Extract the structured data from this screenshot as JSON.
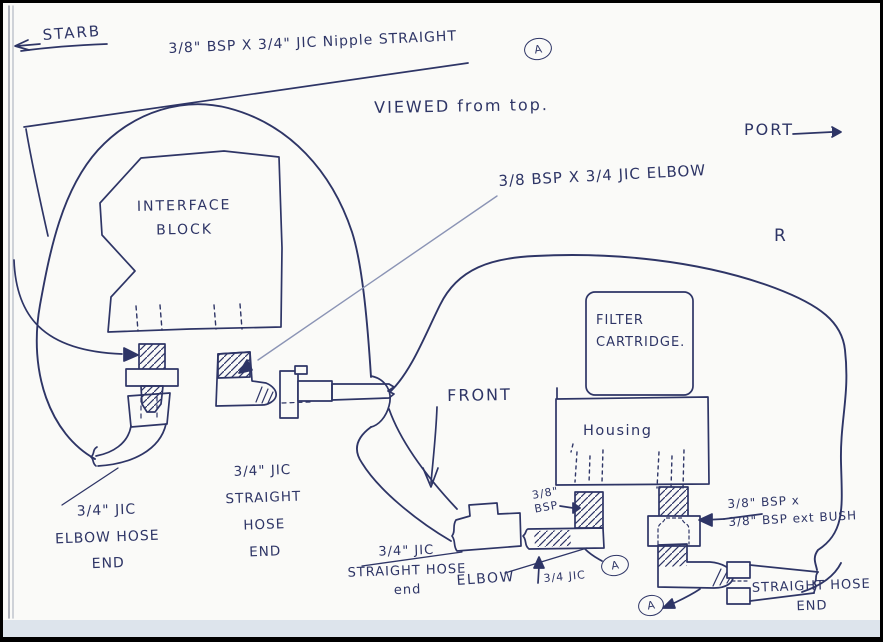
{
  "notes": {
    "viewed_from": "VIEWED from top.",
    "front": "FRONT",
    "starboard": "STARB",
    "port": "PORT",
    "r_mark": "R",
    "marker_a": "A"
  },
  "components": {
    "interface_block": "INTERFACE\nBLOCK",
    "filter_cartridge": "FILTER\nCARTRIDGE.",
    "housing": "Housing"
  },
  "fittings": {
    "nipple_straight": "3/8\" BSP X 3/4\" JIC Nipple STRAIGHT",
    "elbow_38x34": "3/8 BSP X 3/4 JIC ELBOW",
    "elbow_hose_end": "3/4\" JIC\nELBOW HOSE\nEND",
    "straight_hose_end_mid": "3/4\" JIC\nSTRAIGHT HOSE\nEND",
    "straight_hose_end_front": "3/4\" JIC\nSTRAIGHT HOSE\nend",
    "elbow_front": "ELBOW",
    "bsp_38": "3/8\"\nBSP",
    "jic_34": "3/4 JIC",
    "ext_bush": "3/8\" BSP x\n3/8\" BSP ext BUSH",
    "straight_hose_end_right": "STRAIGHT HOSE\nEND"
  },
  "colors": {
    "ink": "#2e3566",
    "paper": "#fafaf8",
    "leader": "#8b94b5"
  }
}
